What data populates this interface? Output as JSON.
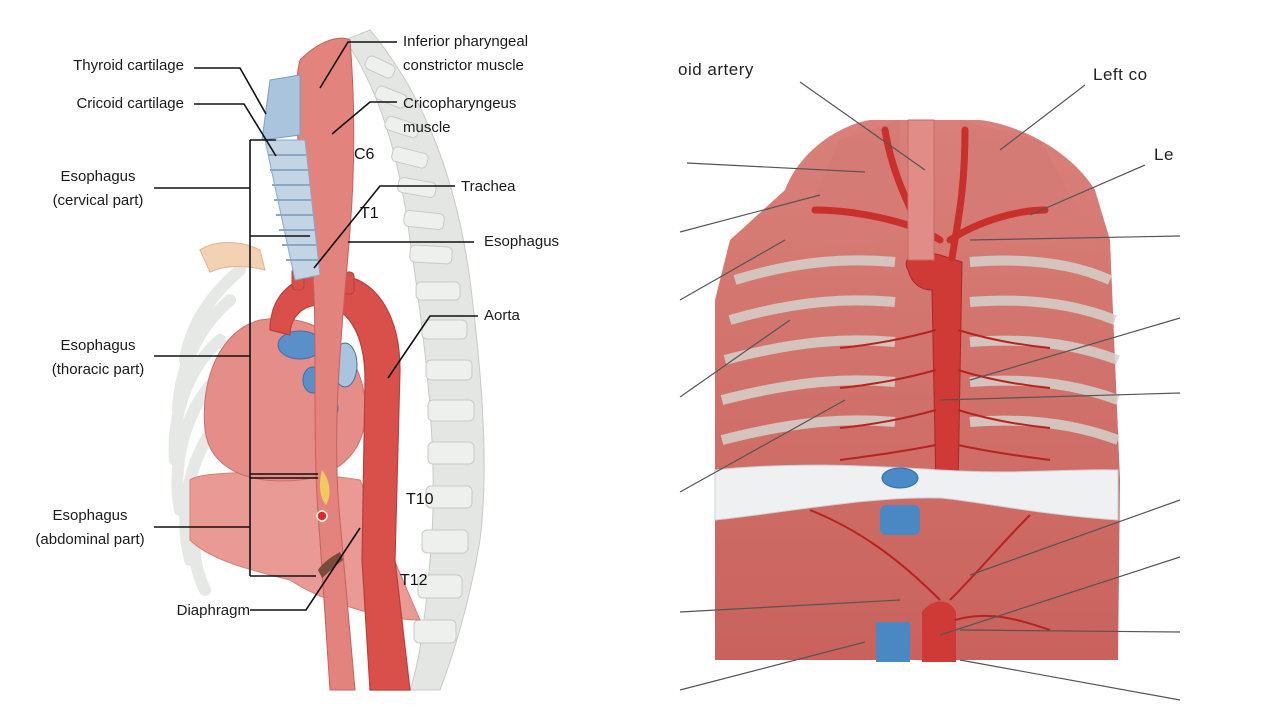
{
  "left_figure": {
    "labels": {
      "thyroid_cartilage": "Thyroid cartilage",
      "cricoid_cartilage": "Cricoid cartilage",
      "esophagus_cervical_1": "Esophagus",
      "esophagus_cervical_2": "(cervical part)",
      "esophagus_thoracic_1": "Esophagus",
      "esophagus_thoracic_2": "(thoracic part)",
      "esophagus_abdominal_1": "Esophagus",
      "esophagus_abdominal_2": "(abdominal part)",
      "diaphragm": "Diaphragm",
      "inferior_pharyngeal_1": "Inferior pharyngeal",
      "inferior_pharyngeal_2": "constrictor muscle",
      "cricopharyngeus_1": "Cricopharyngeus",
      "cricopharyngeus_2": "muscle",
      "trachea": "Trachea",
      "esophagus": "Esophagus",
      "aorta": "Aorta"
    },
    "vertebrae": {
      "c6": "C6",
      "t1": "T1",
      "t10": "T10",
      "t12": "T12"
    }
  },
  "right_figure": {
    "labels": {
      "top_left": "oid artery",
      "top_right": "Left co",
      "right_2": "Le"
    }
  },
  "colors": {
    "muscle": "#e07a76",
    "muscle_dark": "#c9524f",
    "aorta": "#d94a45",
    "bone": "#e6e8e6",
    "cartilage": "#a9c4dc",
    "vein": "#4a88c4",
    "leader": "#111111"
  }
}
